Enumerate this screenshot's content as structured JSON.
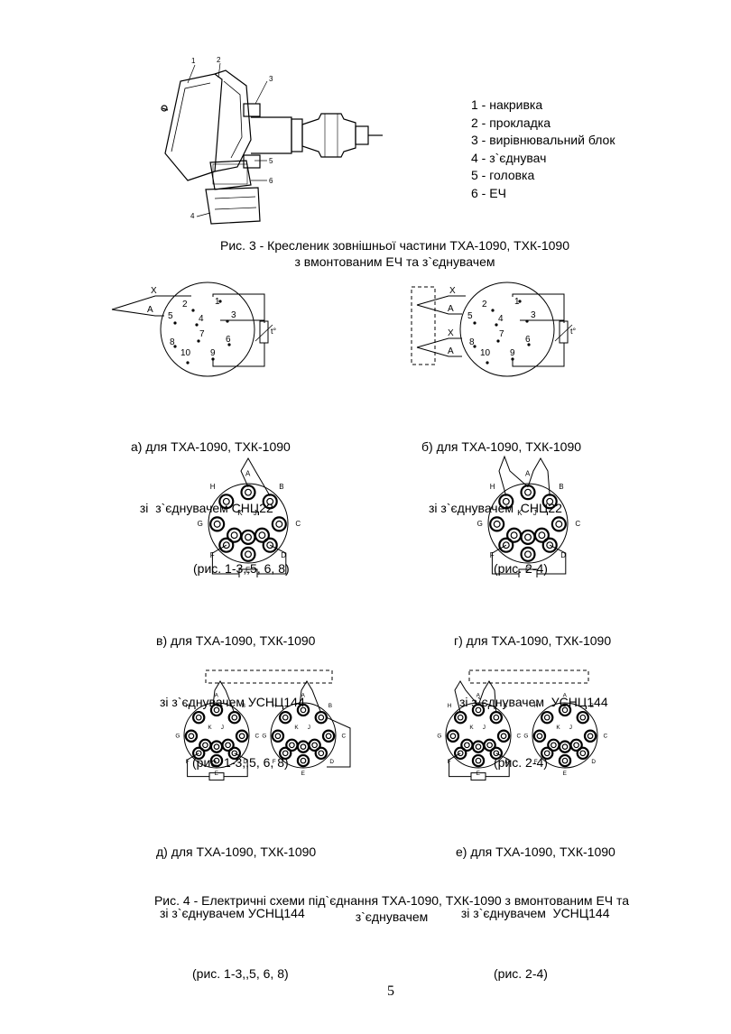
{
  "figure3": {
    "callouts": [
      "1",
      "2",
      "3",
      "4",
      "5",
      "6"
    ],
    "legend": [
      "1 - накривка",
      "2 - прокладка",
      "3 - вирівнювальний блок",
      "4 - з`єднувач",
      "5 - головка",
      "6 - ЕЧ"
    ],
    "caption_line1": "Рис. 3 - Кресленик зовнішньої частини ТХА-1090, ТХК-1090",
    "caption_line2": "з вмонтованим ЕЧ та з`єднувачем"
  },
  "snc_labels": {
    "x": "X",
    "a": "A",
    "t": "t°",
    "pins": [
      "1",
      "2",
      "3",
      "4",
      "5",
      "6",
      "7",
      "8",
      "9",
      "10"
    ]
  },
  "usnc_labels": {
    "pins": [
      "A",
      "B",
      "C",
      "D",
      "E",
      "F",
      "G",
      "H",
      "J",
      "K"
    ]
  },
  "diagrams": [
    {
      "line1": "а) для ТХА-1090, ТХК-1090",
      "line2": " зі  з`єднувачем СНЦ22",
      "line3": "(рис. 1-3,,5, 6, 8)"
    },
    {
      "line1": "б) для ТХА-1090, ТХК-1090",
      "line2": "зі з`єднувачем  СНЦ22",
      "line3": "(рис. 2-4)"
    },
    {
      "line1": "в) для ТХА-1090, ТХК-1090",
      "line2": "зі з`єднувачем УСНЦ144",
      "line3": "(рис. 1-3,,5, 6, 8)"
    },
    {
      "line1": "г) для ТХА-1090, ТХК-1090",
      "line2": "зі з`єднувачем  УСНЦ144",
      "line3": "(рис. 2-4)"
    },
    {
      "line1": "д) для ТХА-1090, ТХК-1090",
      "line2": "зі з`єднувачем УСНЦ144",
      "line3": "(рис. 1-3,,5, 6, 8)"
    },
    {
      "line1": "е) для ТХА-1090, ТХК-1090",
      "line2": " зі з`єднувачем  УСНЦ144",
      "line3": "(рис. 2-4)"
    }
  ],
  "figure4": {
    "caption_line1": "Рис. 4 - Електричні схеми під`єднання ТХА-1090, ТХК-1090 з вмонтованим ЕЧ та",
    "caption_line2": "з`єднувачем"
  },
  "page_number": "5"
}
